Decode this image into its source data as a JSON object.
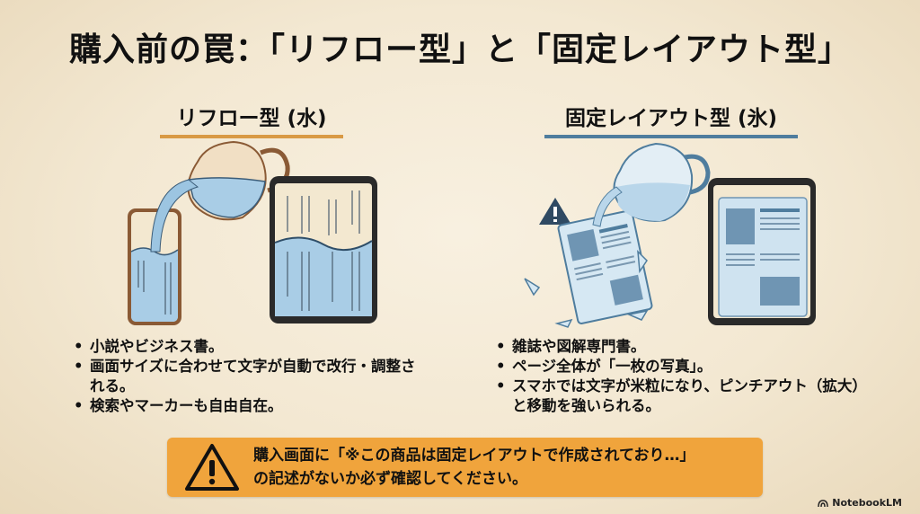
{
  "title": "購入前の罠：「リフロー型」と「固定レイアウト型」",
  "columns": [
    {
      "heading": "リフロー型 (水)",
      "accent": "#d99a45",
      "illustration": "water-pitcher-pouring-into-phone-and-tablet",
      "bullets": [
        "小説やビジネス書。",
        "画面サイズに合わせて文字が自動で改行・調整される。",
        "検索やマーカーも自由自在。"
      ]
    },
    {
      "heading": "固定レイアウト型 (氷)",
      "accent": "#4f7d9e",
      "illustration": "water-pitcher-pouring-onto-ice-block-page-and-tablet",
      "bullets": [
        "雑誌や図解専門書。",
        "ページ全体が「一枚の写真」。",
        "スマホでは文字が米粒になり、ピンチアウト（拡大）と移動を強いられる。"
      ]
    }
  ],
  "warning": {
    "icon": "warning-triangle-icon",
    "line1": "購入画面に「※この商品は固定レイアウトで作成されており…」",
    "line2": "の記述がないか必ず確認してください。",
    "color": "#f0a43c"
  },
  "branding": {
    "logo_text": "NotebookLM"
  }
}
